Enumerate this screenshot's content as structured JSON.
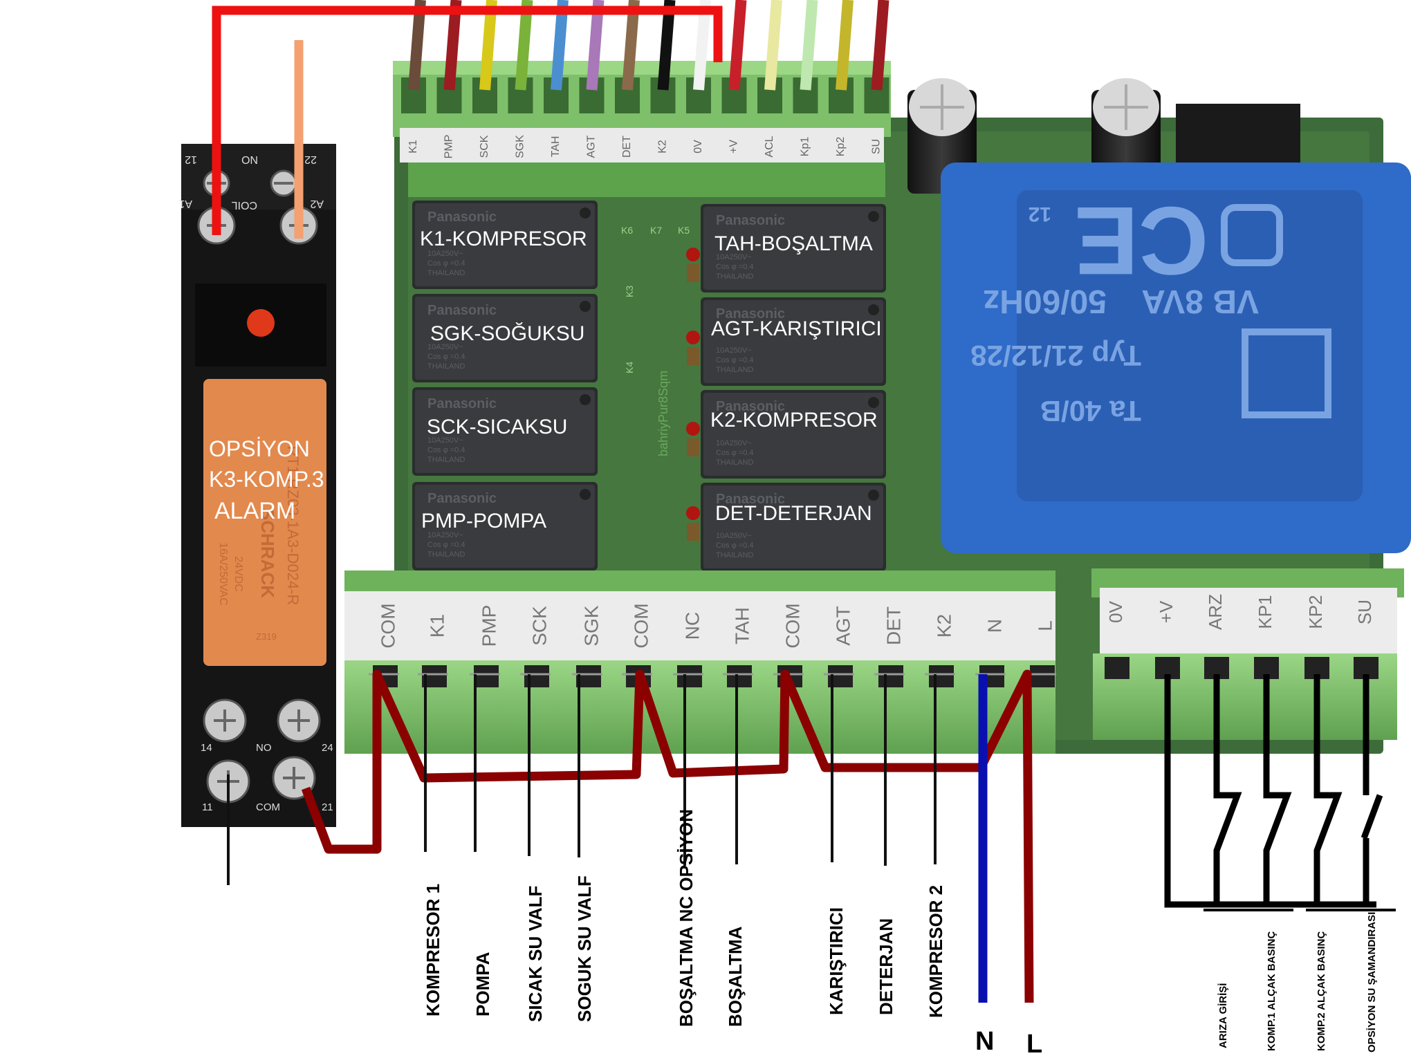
{
  "relay": {
    "top_pins": [
      "12",
      "NO",
      "22"
    ],
    "top_labels": [
      "A1",
      "COIL",
      "A2"
    ],
    "bottom_labels": [
      "14",
      "NO",
      "24"
    ],
    "bottom_pins": [
      "11",
      "COM",
      "21"
    ],
    "overlay": [
      "OPSİYON",
      "K3-KOMP.3",
      "ALARM"
    ],
    "body_text": [
      "SCHRACK",
      "RT1 RZ03-1A3-D024-R",
      "24VDC",
      "16A/250VAC",
      "Z319"
    ]
  },
  "top_terminals": [
    "K1",
    "PMP",
    "SCK",
    "SGK",
    "TAH",
    "AGT",
    "DET",
    "K2",
    "0V",
    "+V",
    "ACL",
    "Kp1",
    "Kp2",
    "SU"
  ],
  "relays": [
    {
      "brand": "Panasonic",
      "label": "K1-KOMPRESOR"
    },
    {
      "brand": "Panasonic",
      "label": "SGK-SOĞUKSU"
    },
    {
      "brand": "Panasonic",
      "label": "SCK-SICAKSU"
    },
    {
      "brand": "Panasonic",
      "label": "PMP-POMPA"
    },
    {
      "brand": "Panasonic",
      "label": "TAH-BOŞALTMA"
    },
    {
      "brand": "Panasonic",
      "label": "AGT-KARIŞTIRICI"
    },
    {
      "brand": "Panasonic",
      "label": "K2-KOMPRESOR"
    },
    {
      "brand": "Panasonic",
      "label": "DET-DETERJAN"
    }
  ],
  "relay_small_text": [
    "10A250V~",
    "Cos φ =0.4",
    "THAILAND"
  ],
  "pcb_text": [
    "K6",
    "K7",
    "K5",
    "K4",
    "K3",
    "bahriyPur8Sqm"
  ],
  "transformer": {
    "marks": [
      "CE",
      "VB 8VA",
      "50/60Hz",
      "Typ 21/12/28",
      "Ta 40/B",
      "12"
    ]
  },
  "bottom_terminals": [
    "COM",
    "K1",
    "PMP",
    "SCK",
    "SGK",
    "COM",
    "NC",
    "TAH",
    "COM",
    "AGT",
    "DET",
    "K2",
    "N",
    "L"
  ],
  "right_terminals": [
    "0V",
    "+V",
    "ARZ",
    "KP1",
    "KP2",
    "SU"
  ],
  "bottom_labels": [
    "KOMPRESOR 1",
    "POMPA",
    "SICAK SU VALF",
    "SOGUK SU VALF",
    "BOŞALTMA NC OPSİYON",
    "BOŞALTMA",
    "KARIŞTIRICI",
    "DETERJAN",
    "KOMPRESOR 2"
  ],
  "power": {
    "n": "N",
    "l": "L"
  },
  "right_labels": [
    "ARIZA GİRİŞİ",
    "KOMP.1 ALÇAK BASINÇ",
    "KOMP.2 ALÇAK BASINÇ",
    "OPSİYON SU ŞAMANDIRASI"
  ],
  "colors": {
    "live": "#8b0000",
    "neutral": "#0a10b0",
    "red_wire": "#ee1111",
    "orange_wire": "#f4a070",
    "board": "#3f6e3a",
    "terminal": "#7ec06a",
    "transformer": "#2f6bc8"
  }
}
